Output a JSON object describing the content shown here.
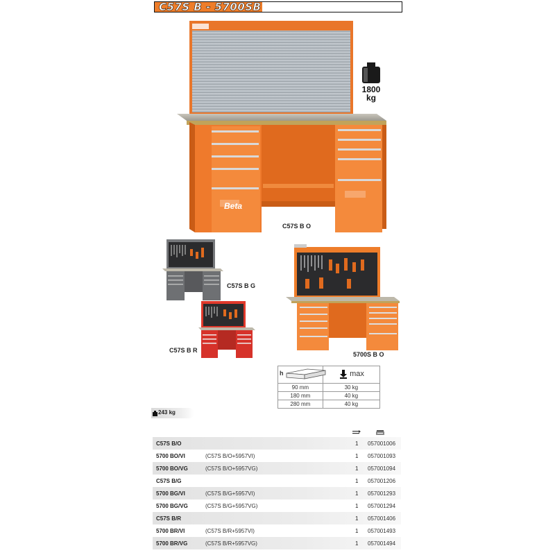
{
  "header": {
    "title": "C57S B - 5700SB",
    "accent": "#ee7d2a"
  },
  "weight_badge": {
    "value": "1800",
    "unit": "kg"
  },
  "models": {
    "main": {
      "label": "C57S B O",
      "color": "#ee7d2a"
    },
    "grey": {
      "label": "C57S B G",
      "color": "#7d7f82"
    },
    "red": {
      "label": "C57S B R",
      "color": "#e0392b"
    },
    "orange_panel": {
      "label": "5700S B O",
      "color": "#ee7d2a"
    }
  },
  "brand_text": "Beta",
  "capacity_table": {
    "header_left": "h",
    "header_right": "max",
    "rows": [
      {
        "h": "90 mm",
        "max": "30 kg"
      },
      {
        "h": "180 mm",
        "max": "40 kg"
      },
      {
        "h": "280 mm",
        "max": "40 kg"
      }
    ]
  },
  "total_weight": "243 kg",
  "products": [
    {
      "code": "C57S B/O",
      "desc": "",
      "qty": "1",
      "ref": "057001006"
    },
    {
      "code": "5700 BO/VI",
      "desc": "(C57S B/O+5957VI)",
      "qty": "1",
      "ref": "057001093"
    },
    {
      "code": "5700 BO/VG",
      "desc": "(C57S B/O+5957VG)",
      "qty": "1",
      "ref": "057001094"
    },
    {
      "code": "C57S B/G",
      "desc": "",
      "qty": "1",
      "ref": "057001206"
    },
    {
      "code": "5700 BG/VI",
      "desc": "(C57S B/G+5957VI)",
      "qty": "1",
      "ref": "057001293"
    },
    {
      "code": "5700 BG/VG",
      "desc": "(C57S B/G+5957VG)",
      "qty": "1",
      "ref": "057001294"
    },
    {
      "code": "C57S B/R",
      "desc": "",
      "qty": "1",
      "ref": "057001406"
    },
    {
      "code": "5700 BR/VI",
      "desc": "(C57S B/R+5957VI)",
      "qty": "1",
      "ref": "057001493"
    },
    {
      "code": "5700 BR/VG",
      "desc": "(C57S B/R+5957VG)",
      "qty": "1",
      "ref": "057001494"
    }
  ]
}
